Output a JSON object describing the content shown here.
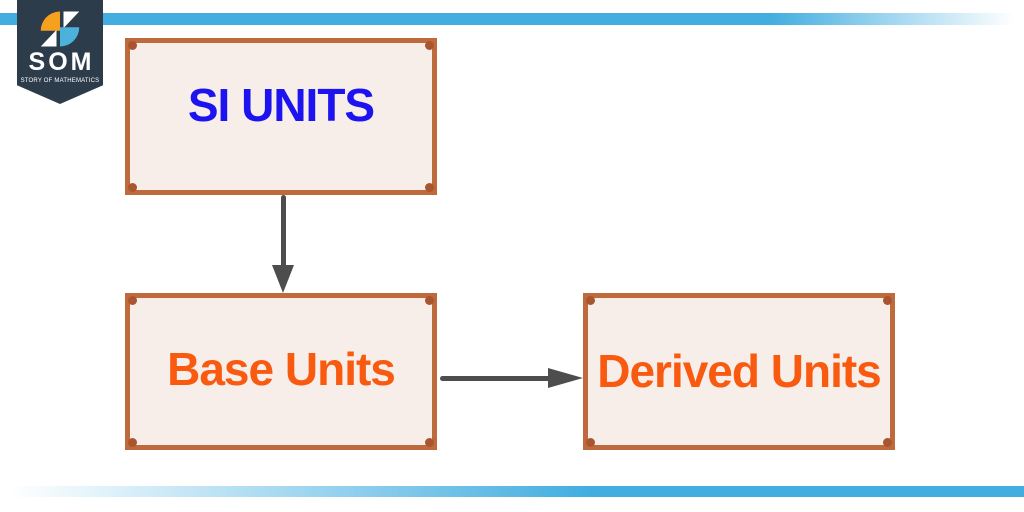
{
  "logo": {
    "acronym": "SOM",
    "tagline": "STORY OF MATHEMATICS"
  },
  "diagram": {
    "nodes": [
      {
        "id": "si-units",
        "label": "SI UNITS",
        "text_color": "#1c13f0"
      },
      {
        "id": "base-units",
        "label": "Base Units",
        "text_color": "#f85a10"
      },
      {
        "id": "derived-units",
        "label": "Derived Units",
        "text_color": "#f85a10"
      }
    ],
    "edges": [
      {
        "from": "si-units",
        "to": "base-units",
        "direction": "down"
      },
      {
        "from": "base-units",
        "to": "derived-units",
        "direction": "right"
      }
    ]
  },
  "colors": {
    "accent_line": "#41ade0",
    "badge_background": "#2d3c4b",
    "box_border": "#bf6a3d",
    "box_fill": "#f7eeea",
    "corner_dot": "#a9552f",
    "arrow": "#4d4d4d",
    "blue_text": "#1c13f0",
    "orange_text": "#f85a10",
    "logo_orange": "#f5a01e",
    "logo_blue": "#4bb2dc"
  }
}
